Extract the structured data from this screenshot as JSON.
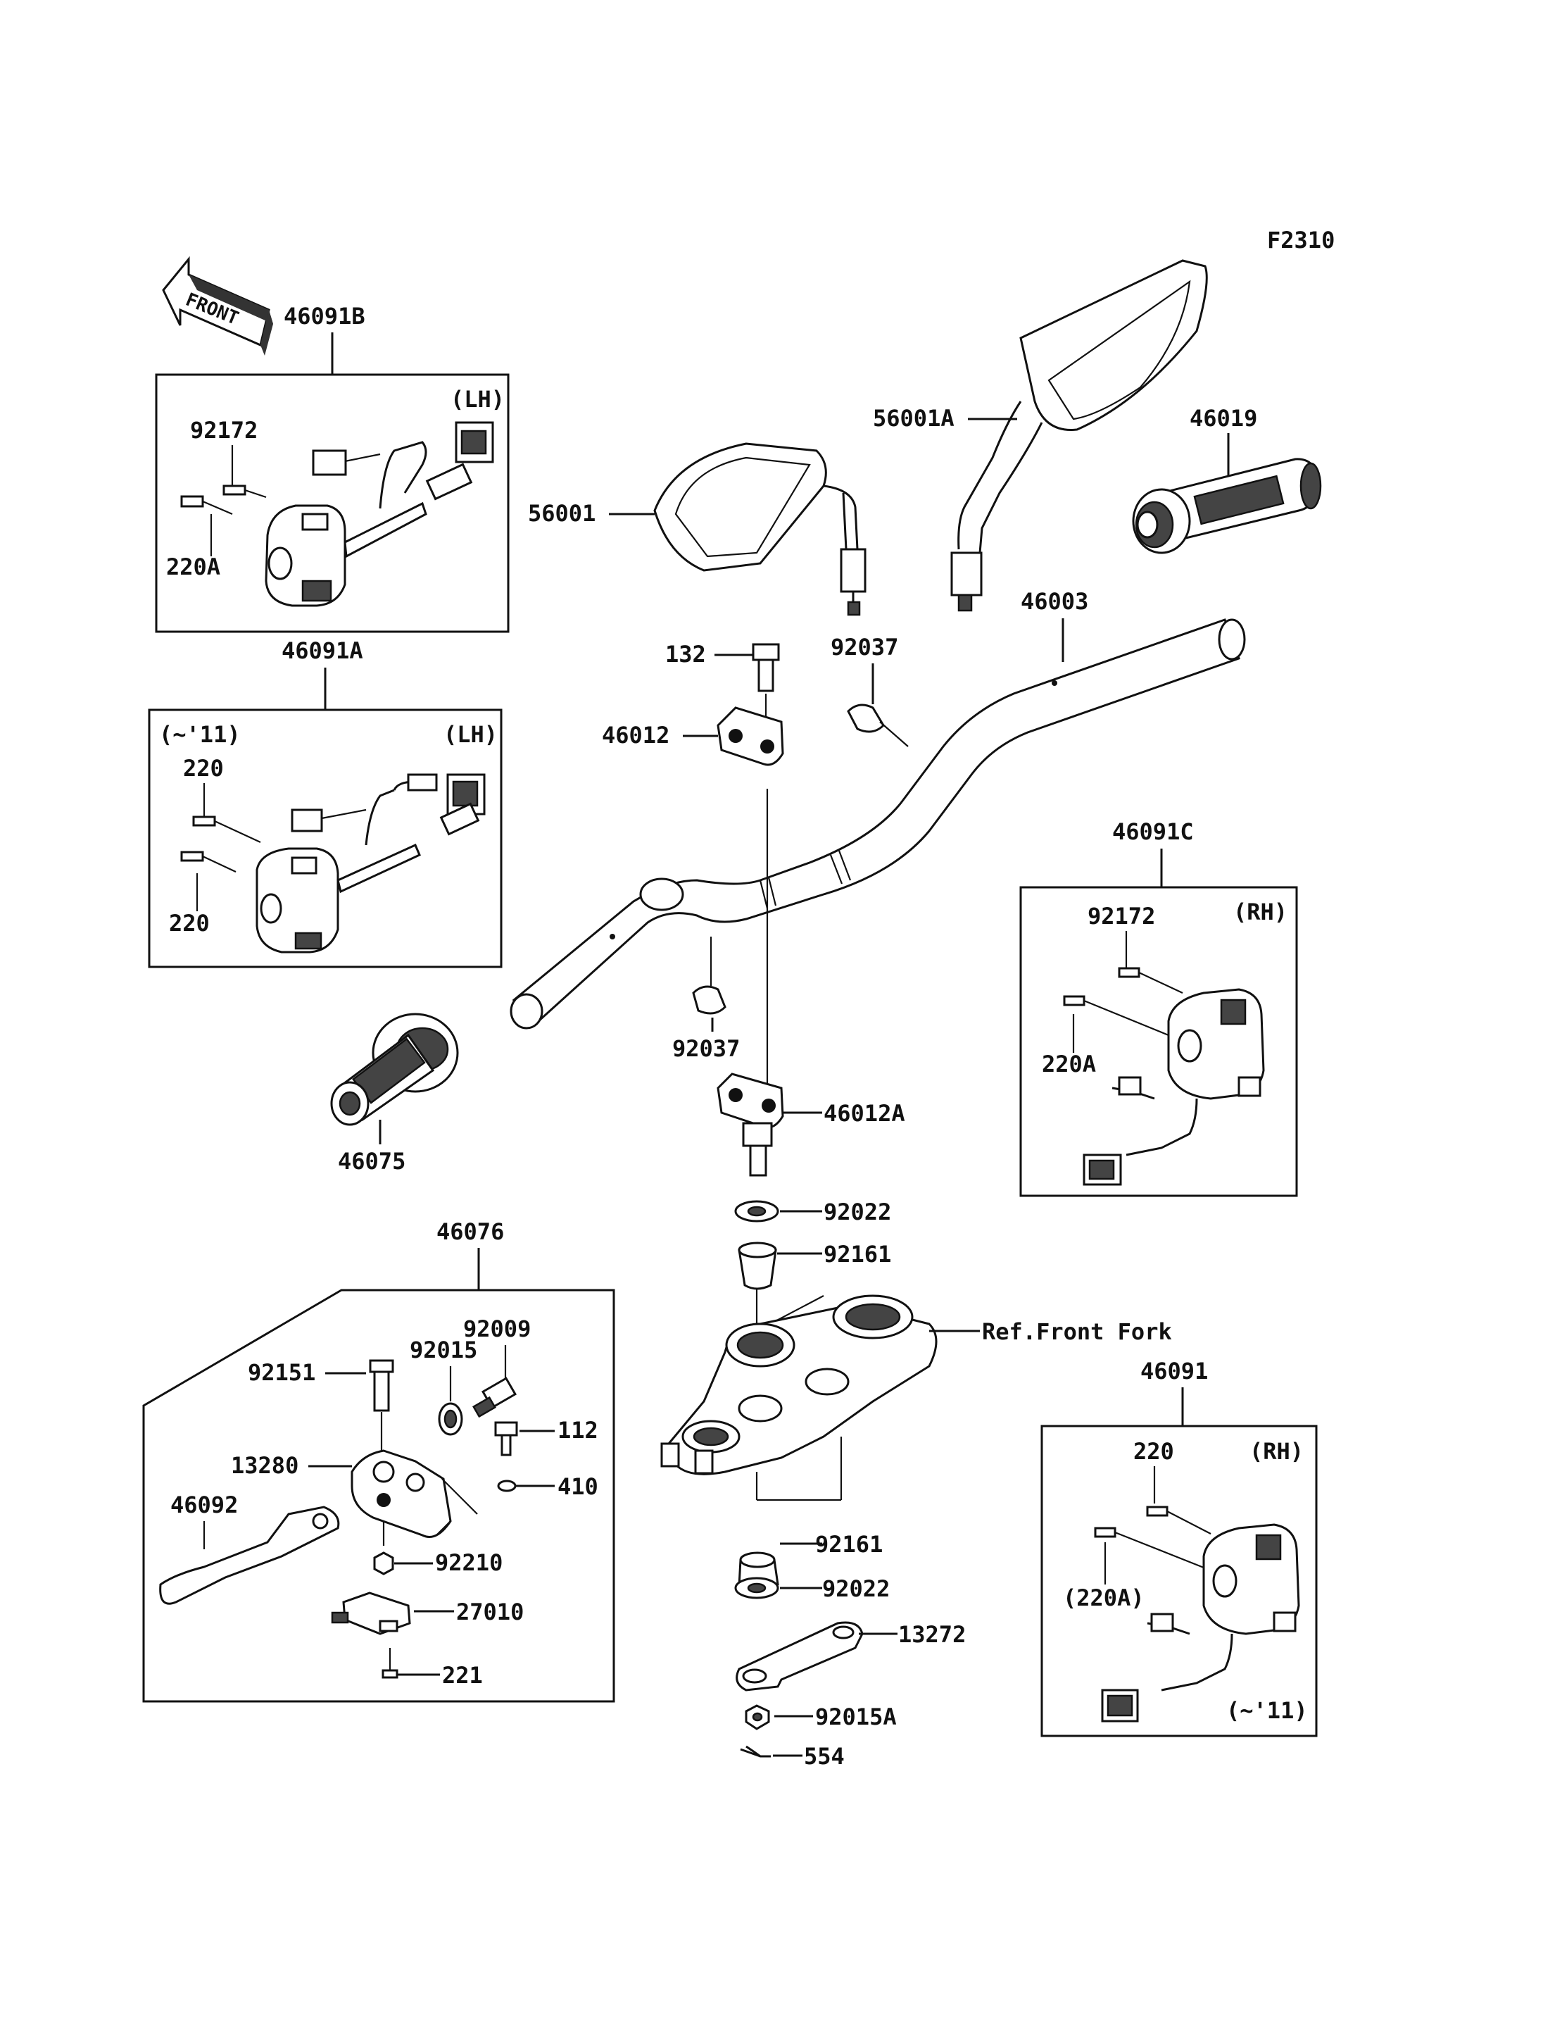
{
  "figure_code": "F2310",
  "front_label": "FRONT",
  "labels": {
    "p46091B": "46091B",
    "p92172_lh": "92172",
    "p220A_lh": "220A",
    "lh_b": "(LH)",
    "p46091A": "46091A",
    "note_a": "(~'11)",
    "lh_a": "(LH)",
    "p220_a1": "220",
    "p220_a2": "220",
    "p56001": "56001",
    "p56001A": "56001A",
    "p46019": "46019",
    "p46003": "46003",
    "p132": "132",
    "p92037_top": "92037",
    "p46012": "46012",
    "p92037_bot": "92037",
    "p46012A": "46012A",
    "p46075": "46075",
    "p46091C": "46091C",
    "rh_c": "(RH)",
    "p92172_rh": "92172",
    "p220A_rh": "220A",
    "p92022_top": "92022",
    "p92161_top": "92161",
    "ref_fork": "Ref.Front Fork",
    "p46076": "46076",
    "p92009": "92009",
    "p92015": "92015",
    "p92151": "92151",
    "p112": "112",
    "p13280": "13280",
    "p410": "410",
    "p46092": "46092",
    "p92210": "92210",
    "p27010": "27010",
    "p221": "221",
    "p92161_bot": "92161",
    "p92022_bot": "92022",
    "p13272": "13272",
    "p92015A": "92015A",
    "p554": "554",
    "p46091": "46091",
    "rh_d": "(RH)",
    "p220_d": "220",
    "p220A_d": "(220A)",
    "note_d": "(~'11)"
  }
}
